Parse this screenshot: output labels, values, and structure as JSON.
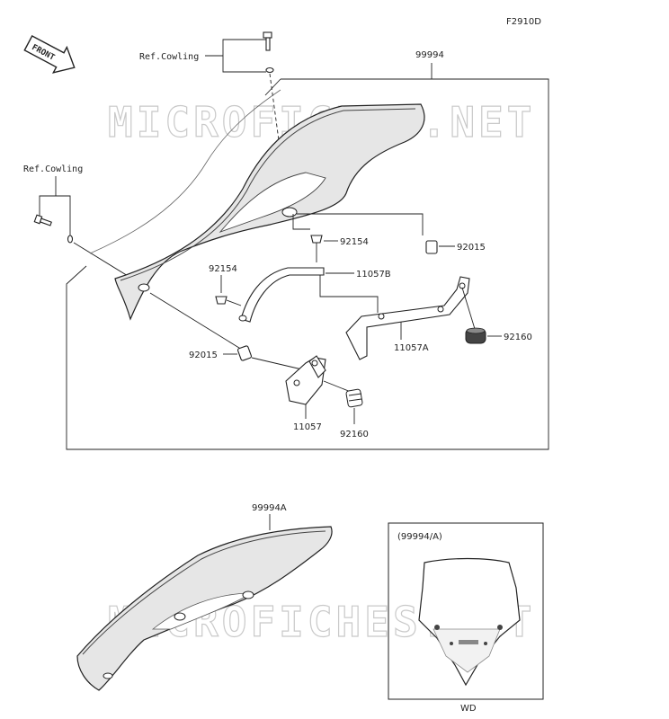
{
  "figure_code": "F2910D",
  "front_label": "FRONT",
  "watermark": "MICROFICHES.NET",
  "main_assembly": {
    "part_number": "99994",
    "ref_cowling_top": "Ref.Cowling",
    "ref_cowling_left": "Ref.Cowling",
    "parts": [
      {
        "id": "92154-right",
        "label": "92154"
      },
      {
        "id": "92015-right",
        "label": "92015"
      },
      {
        "id": "11057B",
        "label": "11057B"
      },
      {
        "id": "92154-left",
        "label": "92154"
      },
      {
        "id": "92160-right",
        "label": "92160"
      },
      {
        "id": "11057A",
        "label": "11057A"
      },
      {
        "id": "92015-left",
        "label": "92015"
      },
      {
        "id": "11057",
        "label": "11057"
      },
      {
        "id": "92160-left",
        "label": "92160"
      }
    ]
  },
  "variant": {
    "part_number": "99994A"
  },
  "front_view": {
    "title": "(99994/A)",
    "caption": "WD"
  }
}
